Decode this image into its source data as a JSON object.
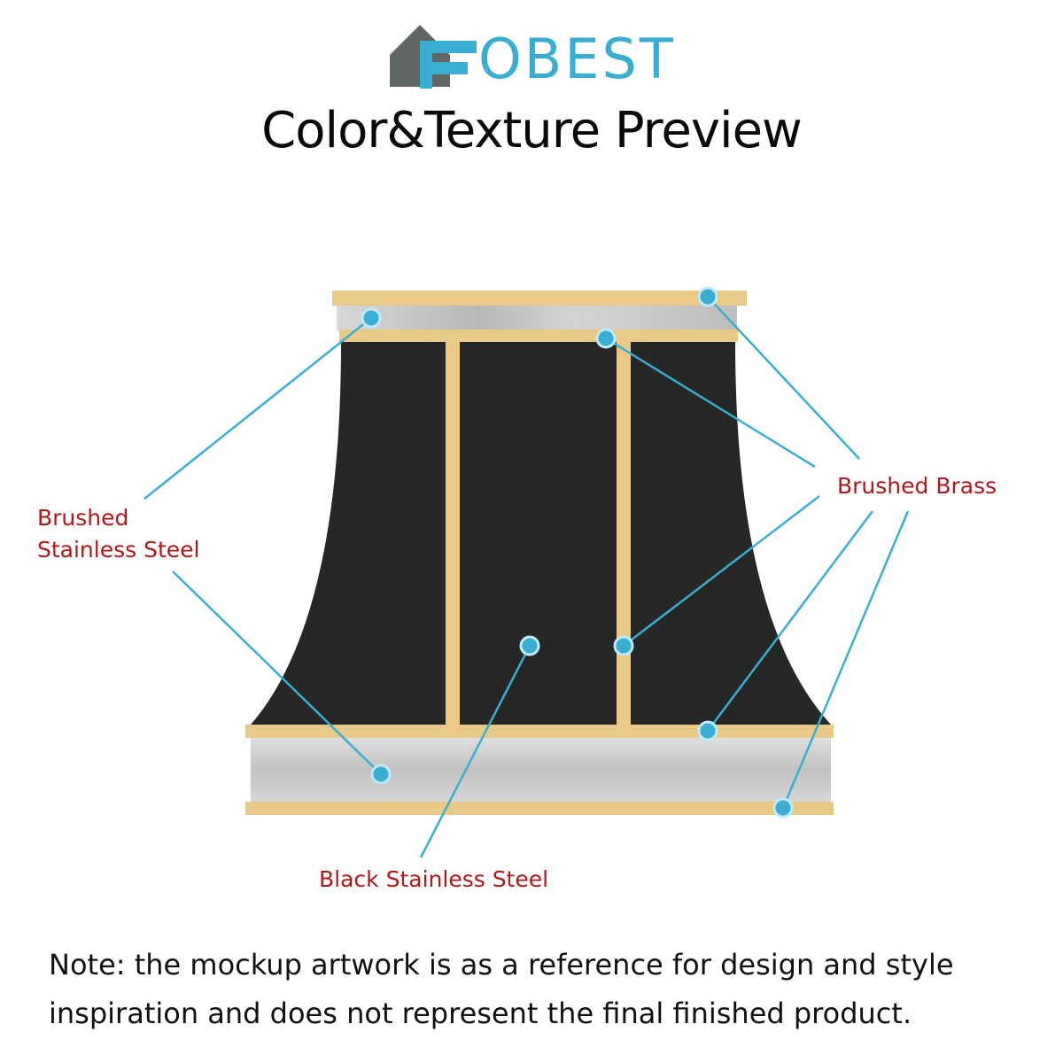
{
  "header": {
    "logo_text": "OBEST",
    "logo_icon": "house-letter-f-icon",
    "title": "Color&Texture Preview"
  },
  "callouts": {
    "brushed_stainless_line1": "Brushed",
    "brushed_stainless_line2": "Stainless Steel",
    "brushed_brass": "Brushed Brass",
    "black_stainless": "Black Stainless Steel"
  },
  "note": {
    "line1": "Note: the mockup artwork is as a reference for design and style",
    "line2": "inspiration and does not represent the final finished product."
  },
  "colors": {
    "brand": "#3aaed2",
    "logo_gray": "#5f6664",
    "label_red": "#b0181b",
    "brass": "#e9c987",
    "black_steel": "#262827",
    "brushed_steel": "#c9c9c9",
    "leader_line": "#3aaed2"
  }
}
